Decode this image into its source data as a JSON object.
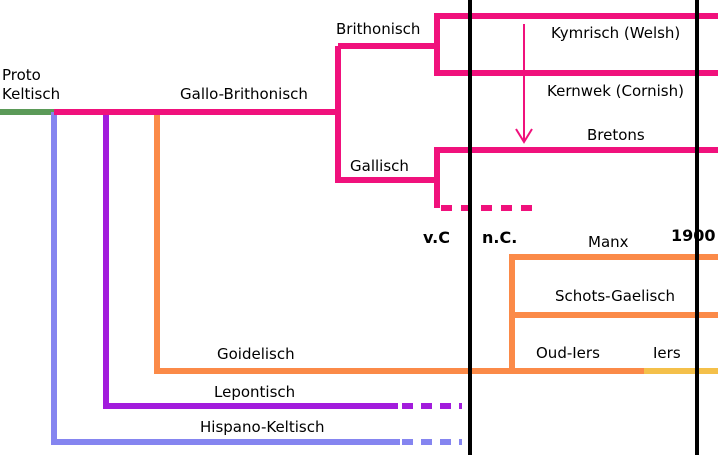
{
  "labels": {
    "proto_line1": "Proto",
    "proto_line2": "Keltisch",
    "gallo_brithonisch": "Gallo-Brithonisch",
    "brithonisch": "Brithonisch",
    "kymrisch": "Kymrisch (Welsh)",
    "kernwek": "Kernwek (Cornish)",
    "bretons": "Bretons",
    "gallisch": "Gallisch",
    "vc": "v.C",
    "nc": "n.C.",
    "year_1900": "1900",
    "manx": "Manx",
    "schots_gaelisch": "Schots-Gaelisch",
    "oud_iers": "Oud-Iers",
    "iers": "Iers",
    "goidelisch": "Goidelisch",
    "lepontisch": "Lepontisch",
    "hispano_keltisch": "Hispano-Keltisch"
  },
  "colors": {
    "proto": "#5b9a58",
    "brythonic": "#f0117c",
    "goidelic": "#fb8a48",
    "iers": "#f4c04a",
    "lepontic": "#a21cdc",
    "hispano": "#8585f0",
    "timeline": "#000000"
  }
}
